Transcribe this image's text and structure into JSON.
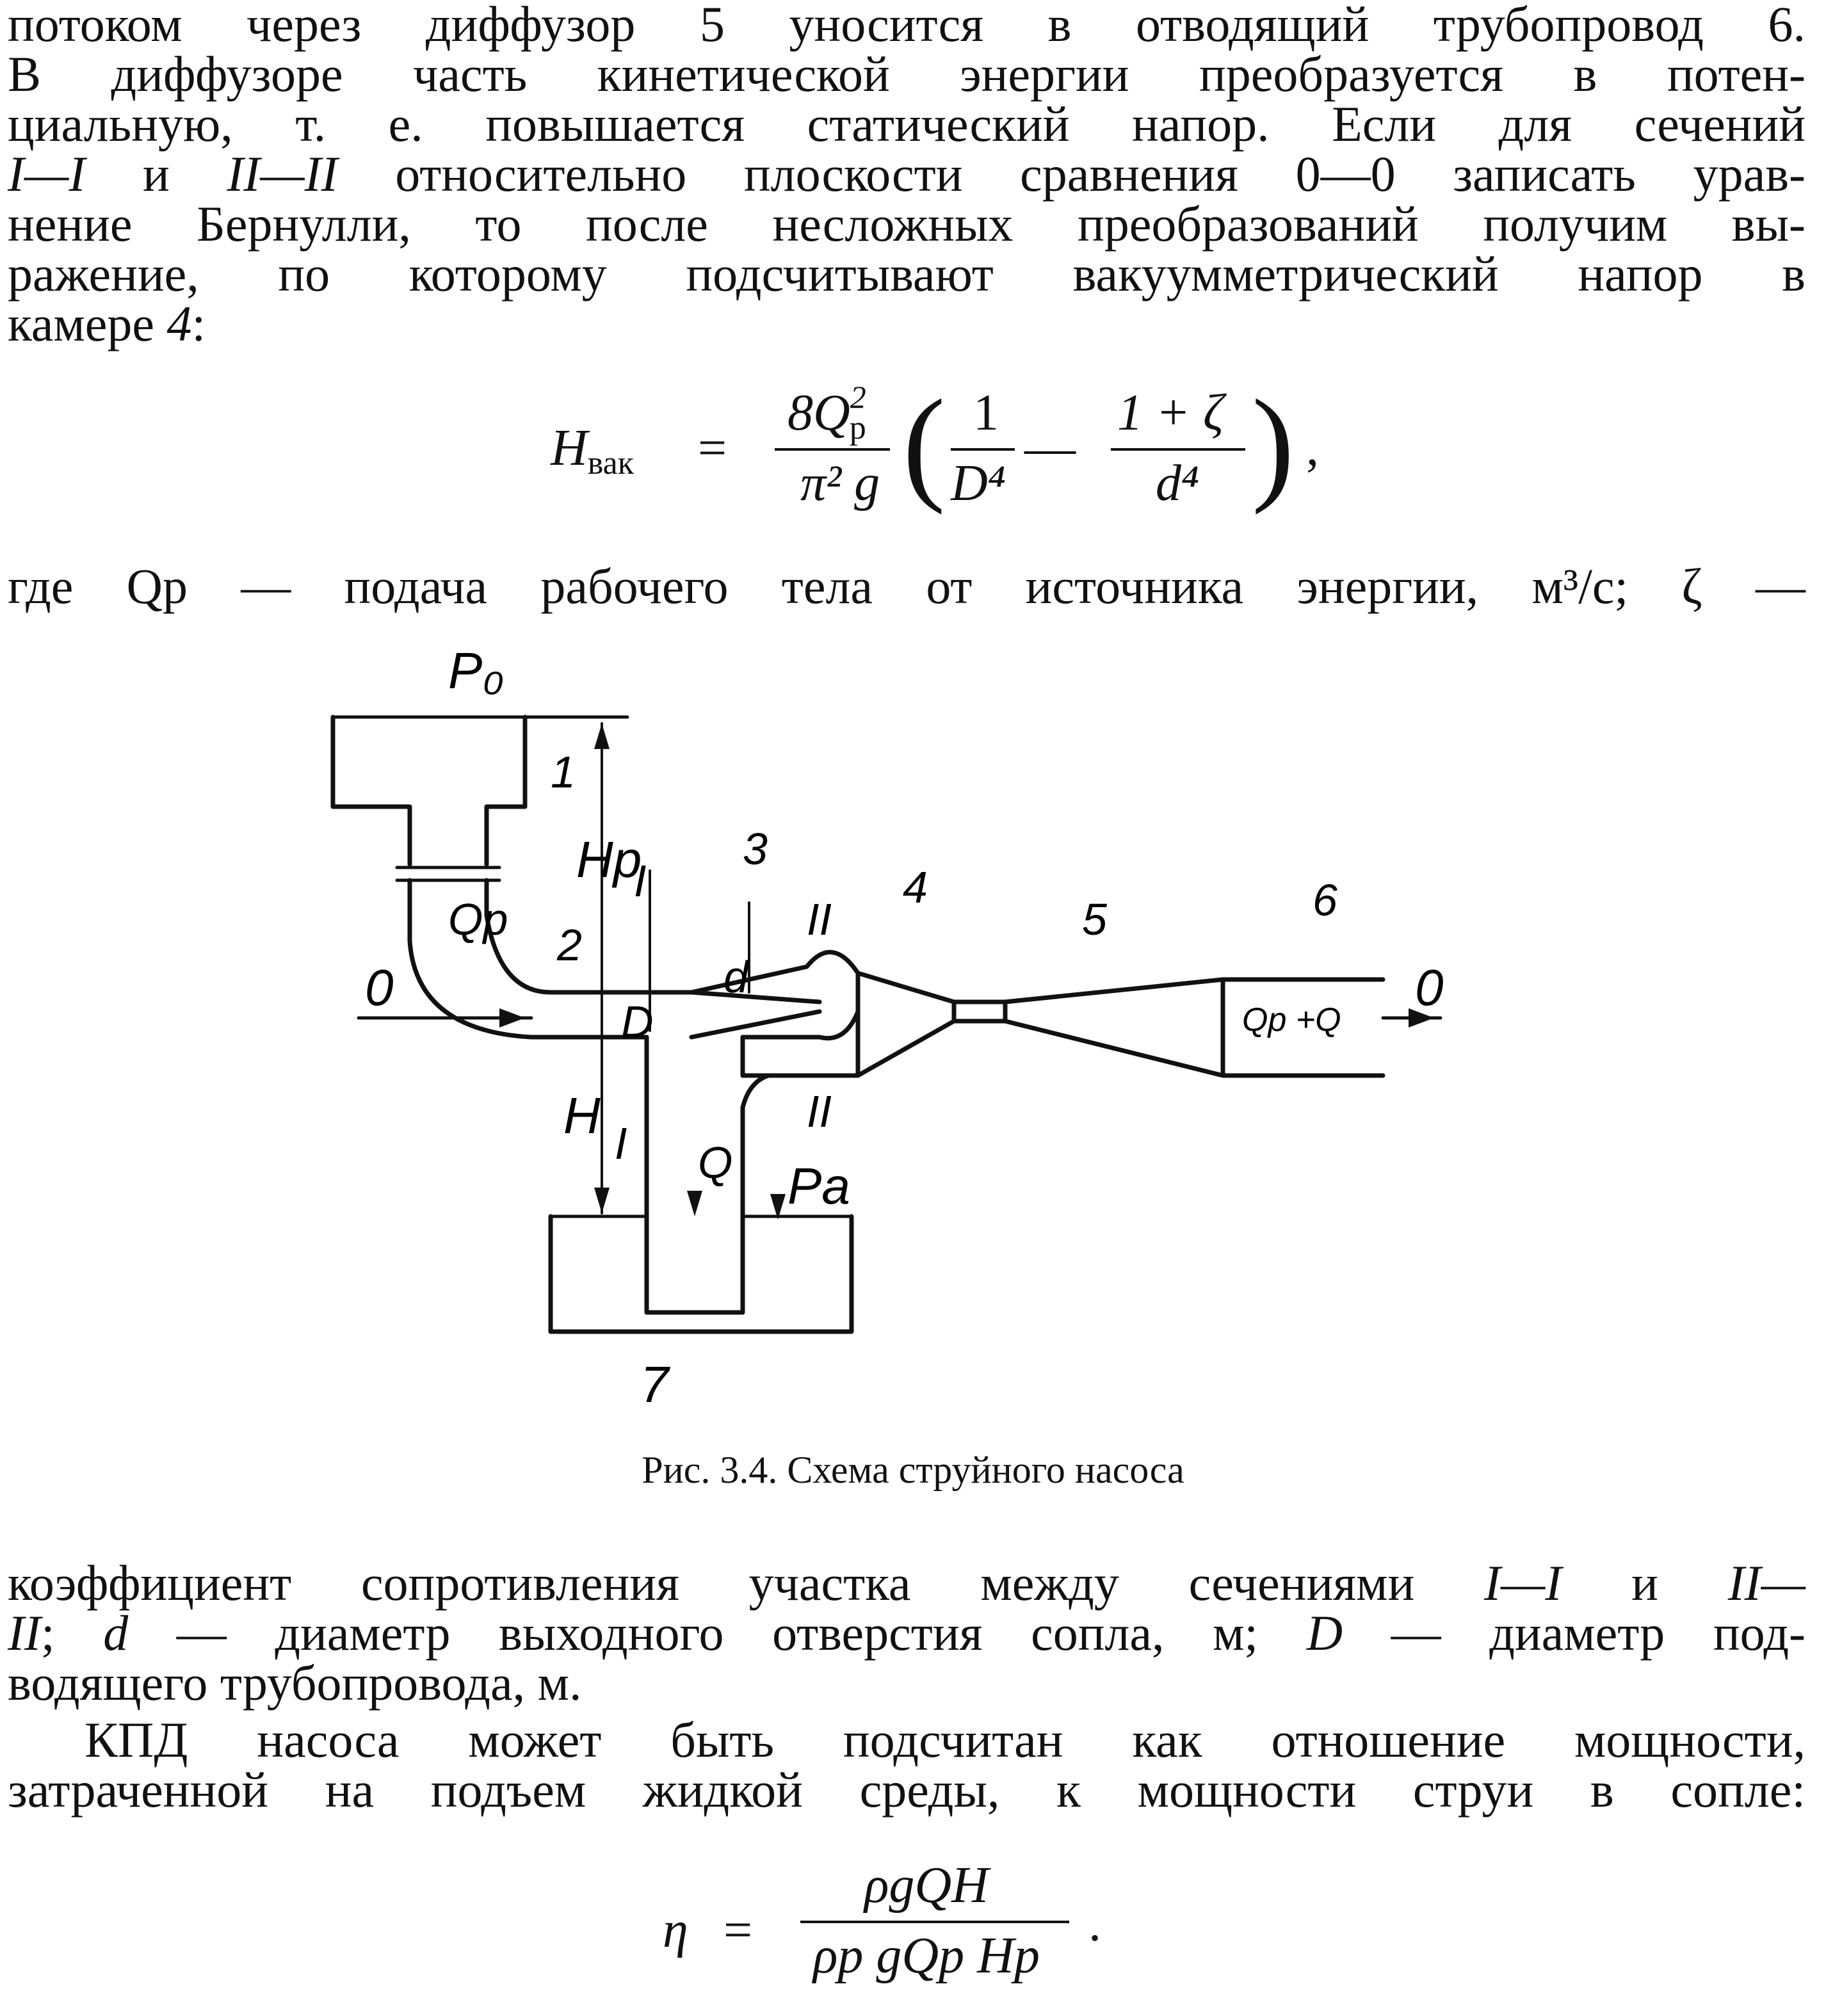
{
  "paragraph1": {
    "line1": "потоком через диффузор 5 уносится в отводящий трубопровод 6.",
    "line2": "В диффузоре часть кинетической энергии преобразуется в потен-",
    "line3": "циальную, т. е. повышается статический напор. Если для сечений",
    "line4_a": "I—I",
    "line4_b": " и ",
    "line4_c": "II—II",
    "line4_d": " относительно плоскости сравнения 0—0 записать урав-",
    "line5": "нение Бернулли, то после несложных преобразований получим вы-",
    "line6": "ражение, по которому подсчитывают вакуумметрический напор в",
    "line7_a": "камере ",
    "line7_b": "4",
    "line7_c": ":"
  },
  "formula1": {
    "lhs": "H",
    "lhs_sub": "вак",
    "eq": "=",
    "num": "8Q",
    "num_sup": "2",
    "num_sub": "р",
    "den": "π² g",
    "inner_num1": "1",
    "inner_den1": "D⁴",
    "minus": "—",
    "inner_num2": "1 + ζ",
    "inner_den2": "d⁴",
    "comma": ","
  },
  "line_where": "где Qр — подача рабочего тела от источника энергии, м³/с; ζ —",
  "figure": {
    "labels": {
      "p0": "P₀",
      "hp": "Hp",
      "qp": "Qp",
      "n1": "1",
      "n2": "2",
      "n3": "3",
      "n4": "4",
      "n5": "5",
      "n6": "6",
      "n7": "7",
      "zero_left": "0",
      "zero_right": "0",
      "sec1_top": "I",
      "sec1_bot": "I",
      "sec2_top": "II",
      "sec2_bot": "II",
      "d_small": "d",
      "d_big": "D",
      "h": "H",
      "q": "Q",
      "pa": "Pa",
      "flow_out": "Qp +Q"
    }
  },
  "caption": "Рис. 3.4. Схема струйного насоса",
  "paragraph2": {
    "line1_a": "коэффициент сопротивления участка между сечениями ",
    "line1_b": "I—I",
    "line1_c": " и ",
    "line1_d": "II—",
    "line2_a": "II",
    "line2_b": "; ",
    "line2_c": "d",
    "line2_d": " — диаметр выходного отверстия сопла, м; ",
    "line2_e": "D",
    "line2_f": " — диаметр под-",
    "line3": "водящего трубопровода, м."
  },
  "paragraph3": {
    "line1": "КПД насоса может быть подсчитан как отношение мощности,",
    "line2": "затраченной на подъем жидкой среды, к мощности струи в сопле:"
  },
  "formula2": {
    "lhs": "η",
    "eq": "=",
    "num": "ρgQH",
    "den": "ρр gQр Hр",
    "dot": "."
  }
}
